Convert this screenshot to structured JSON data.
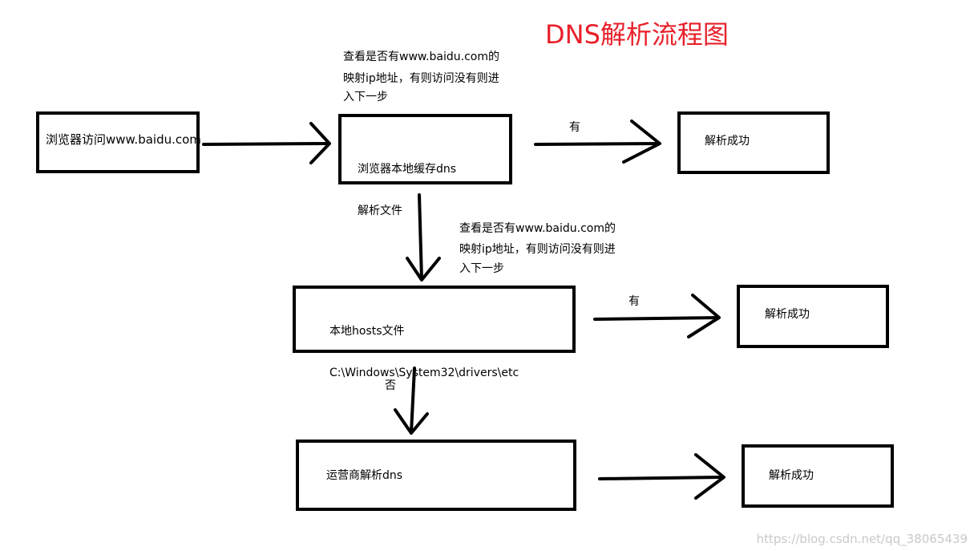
{
  "title": "DNS解析流程图",
  "colors": {
    "title": "#e8202a",
    "stroke": "#000000",
    "watermark": "#c9c9c9"
  },
  "boxes": {
    "browser_visit": "浏览器访问www.baidu.com",
    "browser_cache": [
      "浏览器本地缓存dns",
      "解析文件"
    ],
    "hosts_file": [
      "本地hosts文件",
      "C:\\Windows\\System32\\drivers\\etc"
    ],
    "isp_dns": "运营商解析dns",
    "success_1": "解析成功",
    "success_2": "解析成功",
    "success_3": "解析成功"
  },
  "notes": {
    "top": [
      "查看是否有www.baidu.com的",
      "映射ip地址，有则访问没有则进",
      "入下一步"
    ],
    "middle": [
      "查看是否有www.baidu.com的",
      "映射ip地址，有则访问没有则进",
      "入下一步"
    ]
  },
  "edge_labels": {
    "yes_1": "有",
    "yes_2": "有",
    "no": "否"
  },
  "watermark": "https://blog.csdn.net/qq_38065439"
}
